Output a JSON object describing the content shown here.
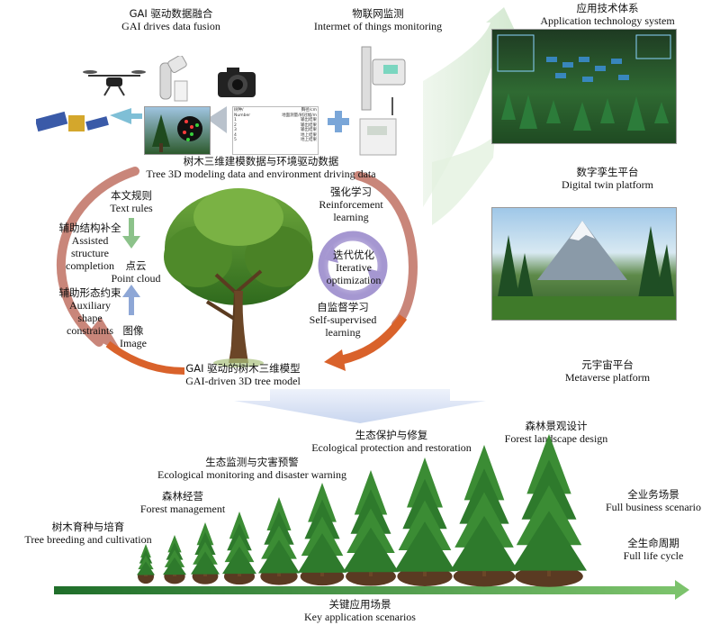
{
  "top": {
    "gai_fusion": {
      "zh": "GAI 驱动数据融合",
      "en": "GAI drives data fusion"
    },
    "iot": {
      "zh": "物联网监测",
      "en": "Intermet of things monitoring"
    },
    "tree_data": {
      "zh": "树木三维建模数据与环境驱动数据",
      "en": "Tree 3D modeling data and environment driving data"
    }
  },
  "left": {
    "text_rules": {
      "zh": "本文规则",
      "en": "Text rules"
    },
    "assisted": {
      "zh": "辅助结构补全",
      "en1": "Assisted",
      "en2": "structure",
      "en3": "completion"
    },
    "point_cloud": {
      "zh": "点云",
      "en": "Point cloud"
    },
    "auxiliary": {
      "zh": "辅助形态约束",
      "en1": "Auxiliary",
      "en2": "shape",
      "en3": "constraints"
    },
    "image": {
      "zh": "图像",
      "en": "Image"
    }
  },
  "right_loop": {
    "reinforcement": {
      "zh": "强化学习",
      "en1": "Reinforcement",
      "en2": "learning"
    },
    "iterative": {
      "zh": "迭代优化",
      "en1": "Iterative",
      "en2": "optimization"
    },
    "self_supervised": {
      "zh": "自监督学习",
      "en1": "Self-supervised",
      "en2": "learning"
    }
  },
  "model": {
    "zh": "GAI 驱动的树木三维模型",
    "en": "GAI-driven 3D tree model"
  },
  "panels": {
    "app_system": {
      "zh": "应用技术体系",
      "en": "Application technology system"
    },
    "digital_twin": {
      "zh": "数字孪生平台",
      "en": "Digital twin platform"
    },
    "metaverse": {
      "zh": "元宇宙平台",
      "en": "Metaverse platform"
    }
  },
  "scenarios": {
    "ecological_protection": {
      "zh": "生态保护与修复",
      "en": "Ecological protection and restoration"
    },
    "landscape": {
      "zh": "森林景观设计",
      "en": "Forest landscape design"
    },
    "monitoring": {
      "zh": "生态监测与灾害预警",
      "en": "Ecological monitoring and disaster warning"
    },
    "management": {
      "zh": "森林经营",
      "en": "Forest management"
    },
    "breeding": {
      "zh": "树木育种与培育",
      "en": "Tree breeding and cultivation"
    },
    "full_business": {
      "zh": "全业务场景",
      "en": "Full business scenario"
    },
    "full_life": {
      "zh": "全生命周期",
      "en": "Full life cycle"
    },
    "key_app": {
      "zh": "关键应用场景",
      "en": "Key application scenarios"
    }
  },
  "table_sample": {
    "h1": "树种/",
    "h2": "胸径/cm",
    "r1": "Number",
    "r2": "地面测量/树冠幅/m",
    "r3": "输出结果",
    "r4": "输出结果",
    "r5": "输出结果",
    "r6": "地上结果",
    "r7": "地上结果",
    "c1": "1",
    "c2": "2",
    "c3": "3",
    "c4": "4",
    "c5": "5"
  },
  "colors": {
    "arrow_pink": "#c9867a",
    "arrow_orange": "#d9622b",
    "arrow_green": "#8cc28a",
    "arrow_blue": "#8ea7d6",
    "bar_green": "#2f8a3a"
  }
}
